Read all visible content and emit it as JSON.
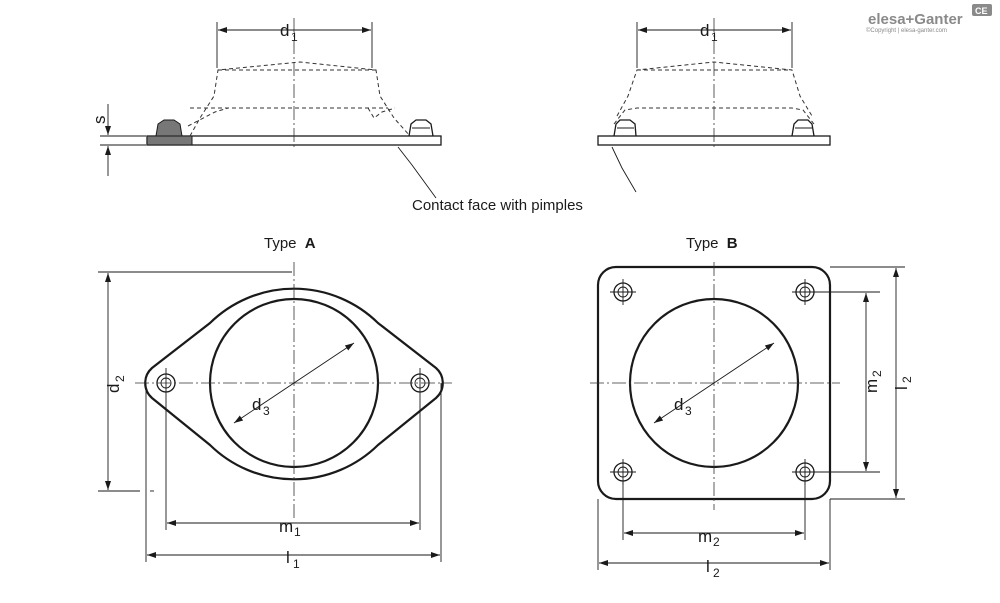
{
  "labels": {
    "d1": "d",
    "d1_sub": "1",
    "d2": "d",
    "d2_sub": "2",
    "d3": "d",
    "d3_sub": "3",
    "m1": "m",
    "m1_sub": "1",
    "m2": "m",
    "m2_sub": "2",
    "l1": "l",
    "l1_sub": "1",
    "l2": "l",
    "l2_sub": "2",
    "s": "s"
  },
  "captions": {
    "contact_face": "Contact face with pimples",
    "type_prefix": "Type",
    "type_a": "A",
    "type_b": "B"
  },
  "logo": {
    "brand": "elesa+Ganter",
    "copyright": "©Copyright | elesa-ganter.com",
    "ce_mark": "CE"
  }
}
